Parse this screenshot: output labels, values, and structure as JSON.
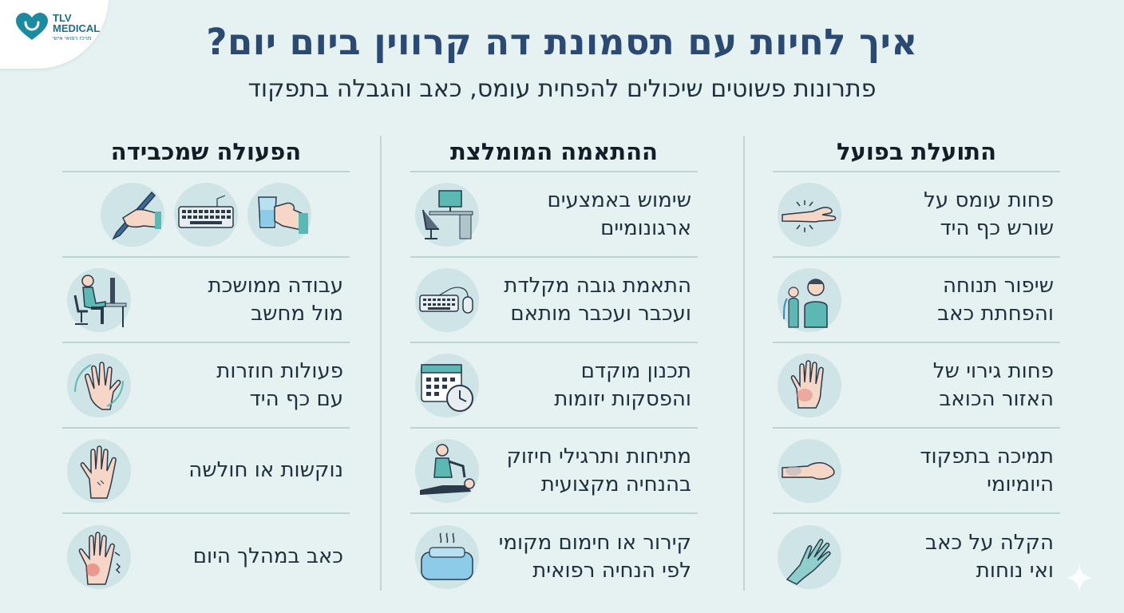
{
  "logo": {
    "line1": "TLV",
    "line2": "MEDICAL",
    "tagline": "מרכז רפואי אישי"
  },
  "title": "איך לחיות עם תסמונת דה קרווין ביום יום?",
  "subtitle": "פתרונות פשוטים שיכולים להפחית עומס, כאב והגבלה בתפקוד",
  "columns": {
    "benefit": {
      "heading": "התועלת בפועל",
      "rows": [
        {
          "line1": "פחות עומס על",
          "line2": "שורש כף היד",
          "icon": "wrist-relief-icon"
        },
        {
          "line1": "שיפור תנוחה",
          "line2": "והפחתת כאב",
          "icon": "posture-person-icon"
        },
        {
          "line1": "פחות גירוי של",
          "line2": "האזור הכואב",
          "icon": "irritated-hand-icon"
        },
        {
          "line1": "תמיכה בתפקוד",
          "line2": "היומיומי",
          "icon": "supported-hand-icon"
        },
        {
          "line1": "הקלה על כאב",
          "line2": "ואי נוחות",
          "icon": "relaxed-hand-icon"
        }
      ]
    },
    "adjustment": {
      "heading": "ההתאמה המומלצת",
      "rows": [
        {
          "line1": "שימוש באמצעים",
          "line2": "ארגונומיים",
          "icon": "ergonomic-desk-icon"
        },
        {
          "line1": "התאמת גובה מקלדת",
          "line2": "ועכבר ועכבר מותאם",
          "icon": "keyboard-mouse-icon"
        },
        {
          "line1": "תכנון מוקדם",
          "line2": "והפסקות יזומות",
          "icon": "calendar-clock-icon"
        },
        {
          "line1": "מתיחות ותרגילי חיזוק",
          "line2": "בהנחיה מקצועית",
          "icon": "physiotherapy-icon"
        },
        {
          "line1": "קירור או חימום מקומי",
          "line2": "לפי הנחיה רפואית",
          "icon": "heat-pack-icon"
        }
      ]
    },
    "burden": {
      "heading": "הפעולה שמכבידה",
      "top_icons": [
        "holding-cup-icon",
        "keyboard-icon",
        "writing-pen-icon"
      ],
      "rows": [
        {
          "line1": "עבודה ממושכת",
          "line2": "מול מחשב",
          "icon": "computer-worker-icon"
        },
        {
          "line1": "פעולות חוזרות",
          "line2": "עם כף היד",
          "icon": "repetitive-hand-icon"
        },
        {
          "line1": "נוקשות או חולשה",
          "line2": "",
          "icon": "stiff-hand-icon"
        },
        {
          "line1": "כאב במהלך היום",
          "line2": "",
          "icon": "painful-hand-icon"
        }
      ]
    }
  },
  "colors": {
    "background": "#e6f1f2",
    "title": "#2a4a73",
    "icon_bg": "#cfe4e6",
    "accent": "#1d6f87"
  }
}
